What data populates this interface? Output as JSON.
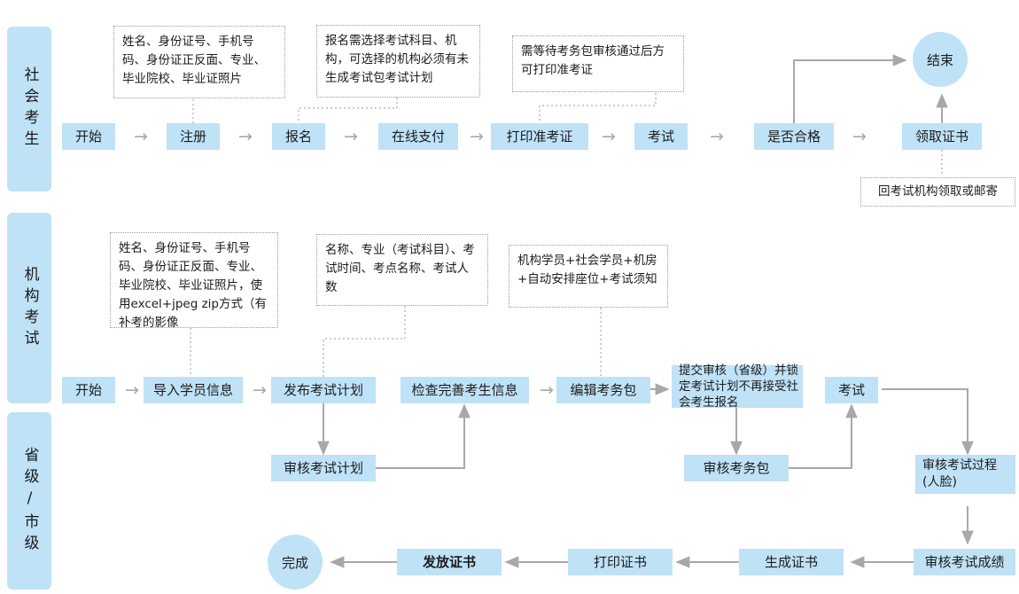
{
  "lanes": [
    {
      "id": "lane-social",
      "label": "社会考生"
    },
    {
      "id": "lane-org",
      "label": "机构考试"
    },
    {
      "id": "lane-prov",
      "label": "省级/市级"
    }
  ],
  "row1": {
    "nodes": [
      {
        "id": "start1",
        "label": "开始"
      },
      {
        "id": "register",
        "label": "注册"
      },
      {
        "id": "signup",
        "label": "报名"
      },
      {
        "id": "pay",
        "label": "在线支付"
      },
      {
        "id": "printcard",
        "label": "打印准考证"
      },
      {
        "id": "exam1",
        "label": "考试"
      },
      {
        "id": "pass",
        "label": "是否合格"
      },
      {
        "id": "getcert",
        "label": "领取证书"
      }
    ],
    "end_circle": "结束",
    "notes": [
      {
        "id": "note-register",
        "text": "姓名、身份证号、手机号码、身份证正反面、专业、毕业院校、毕业证照片"
      },
      {
        "id": "note-signup",
        "text": "报名需选择考试科目、机构，可选择的机构必须有未生成考试包考试计划"
      },
      {
        "id": "note-printcard",
        "text": "需等待考务包审核通过后方可打印准考证"
      },
      {
        "id": "note-getcert",
        "text": "回考试机构领取或邮寄"
      }
    ]
  },
  "row2": {
    "nodes": [
      {
        "id": "start2",
        "label": "开始"
      },
      {
        "id": "import",
        "label": "导入学员信息"
      },
      {
        "id": "publishplan",
        "label": "发布考试计划"
      },
      {
        "id": "checkinfo",
        "label": "检查完善考生信息"
      },
      {
        "id": "editpack",
        "label": "编辑考务包"
      },
      {
        "id": "submitaudit",
        "label": "提交审核（省级）并锁定考试计划不再接受社会考生报名"
      },
      {
        "id": "exam2",
        "label": "考试"
      },
      {
        "id": "auditplan",
        "label": "审核考试计划"
      },
      {
        "id": "auditpack",
        "label": "审核考务包"
      },
      {
        "id": "auditproc",
        "label": "审核考试过程(人脸)"
      }
    ],
    "notes": [
      {
        "id": "note-import",
        "text": "姓名、身份证号、手机号码、身份证正反面、专业、毕业院校、毕业证照片，使用excel+jpeg zip方式（有补考的影像"
      },
      {
        "id": "note-publishplan",
        "text": "名称、专业（考试科目）、考试时间、考点名称、考试人数"
      },
      {
        "id": "note-editpack",
        "text": "机构学员+社会学员+机房+自动安排座位+考试须知"
      }
    ]
  },
  "row3": {
    "nodes": [
      {
        "id": "auditscore",
        "label": "审核考试成绩"
      },
      {
        "id": "gencert",
        "label": "生成证书"
      },
      {
        "id": "printcert",
        "label": "打印证书"
      },
      {
        "id": "issuecert",
        "label": "发放证书"
      }
    ],
    "end_circle": "完成"
  },
  "icons": {
    "arrow_right": "→"
  },
  "colors": {
    "node_fill": "#bfe2f7",
    "wire": "#a8a8a8",
    "note_border": "#9a9a9a",
    "text": "#1c1c1c"
  }
}
